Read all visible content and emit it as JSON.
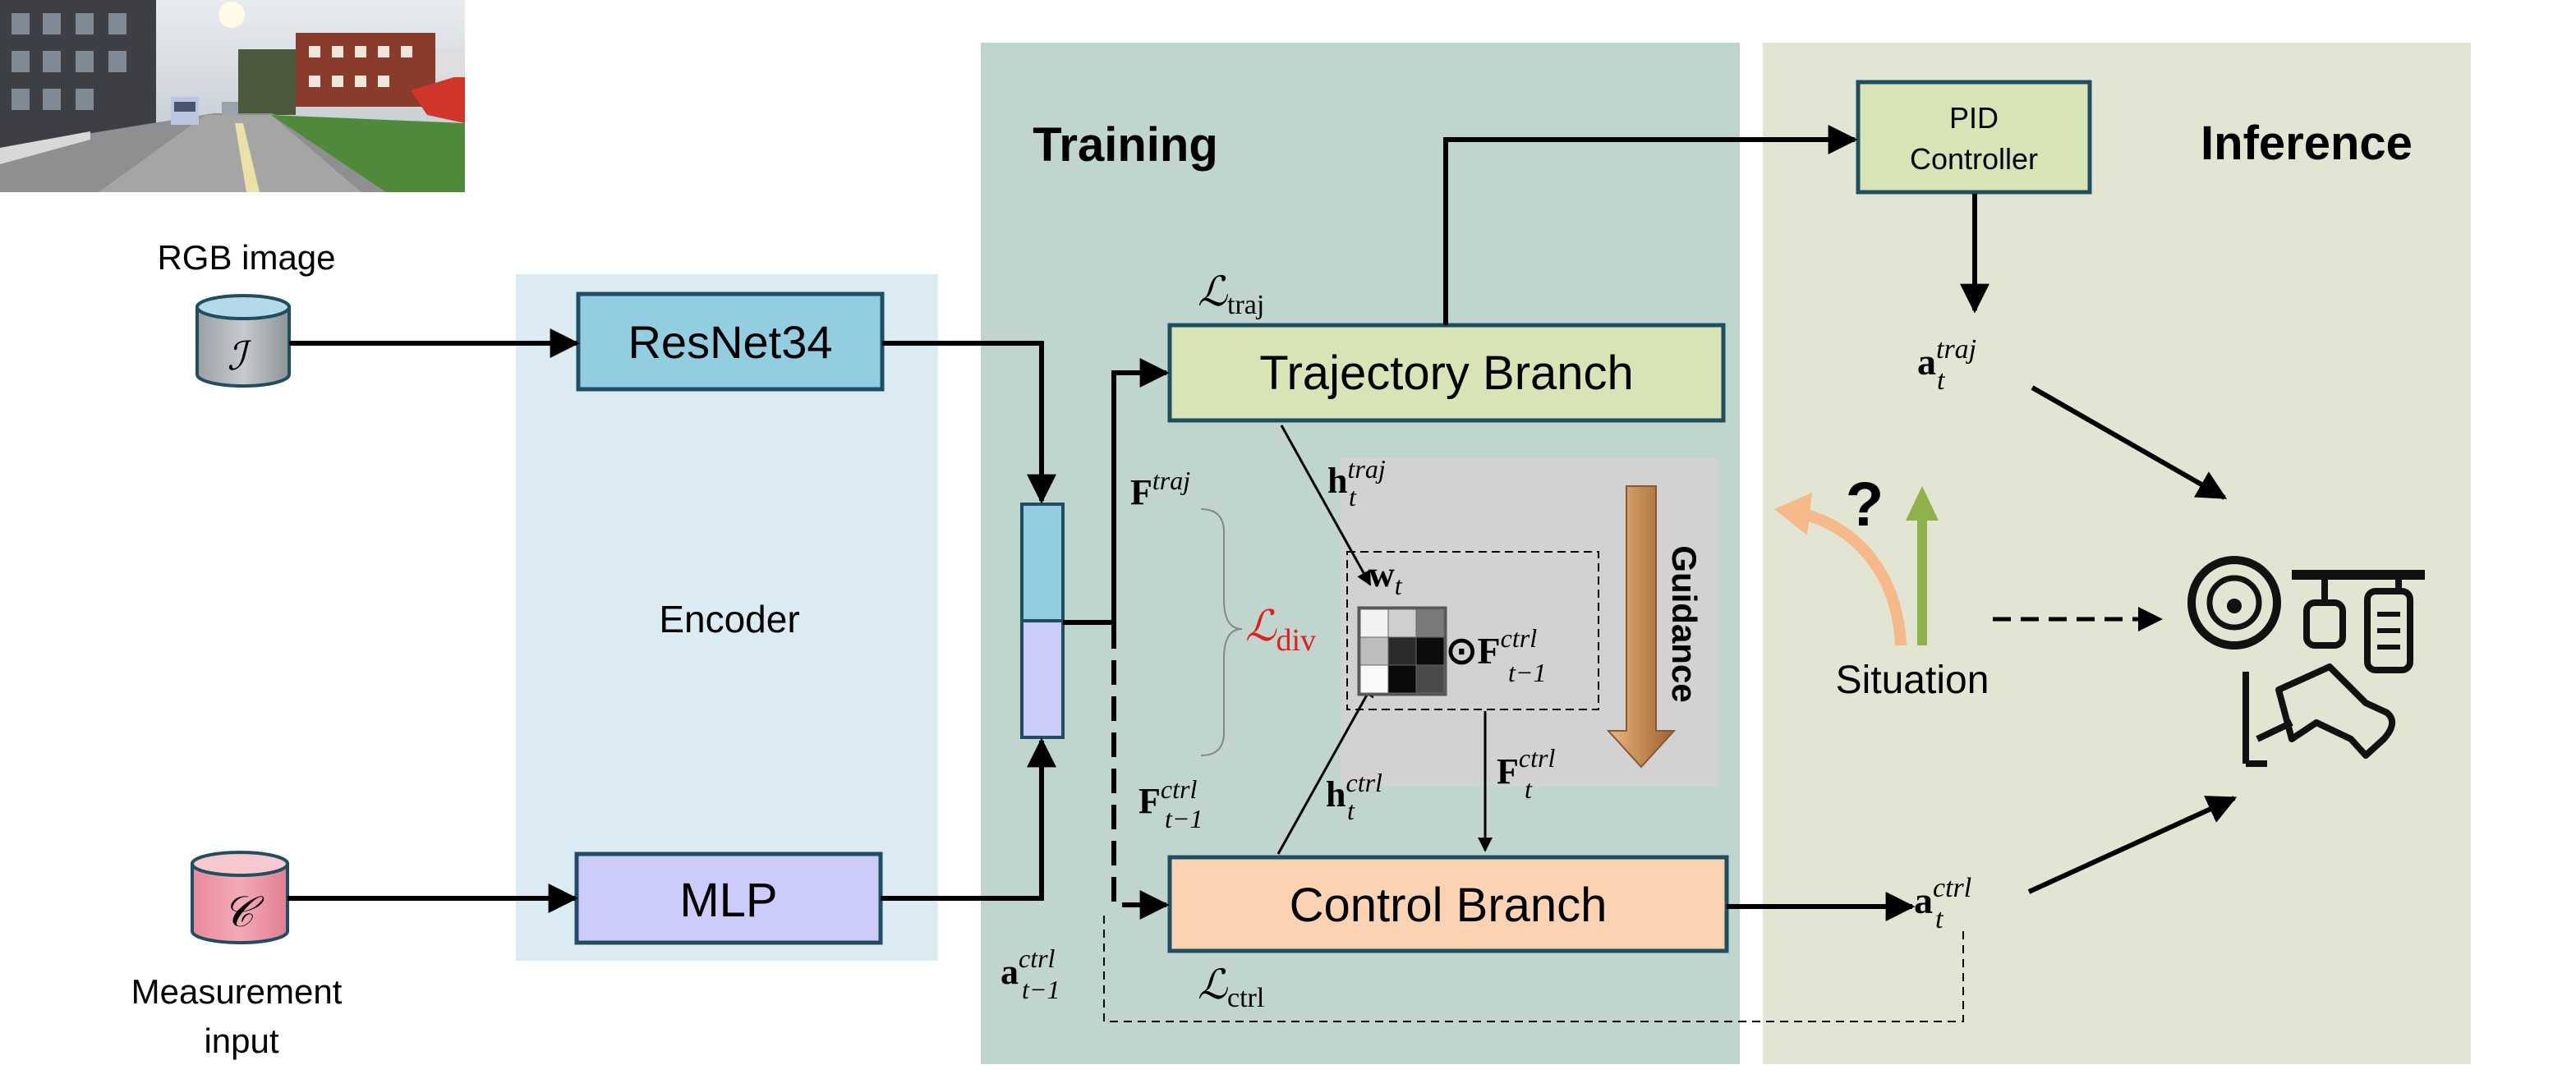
{
  "regions": {
    "encoder": "Encoder",
    "training": "Training",
    "inference": "Inference"
  },
  "inputs": {
    "rgb_label": "RGB image",
    "rgb_symbol": "ℐ",
    "measure_label_1": "Measurement",
    "measure_label_2": "input",
    "measure_symbol": "𝒞"
  },
  "blocks": {
    "resnet": "ResNet34",
    "mlp": "MLP",
    "trajectory": "Trajectory Branch",
    "control": "Control Branch",
    "pid_1": "PID",
    "pid_2": "Controller"
  },
  "math": {
    "l_traj": {
      "base": "ℒ",
      "sub": "traj"
    },
    "l_ctrl": {
      "base": "ℒ",
      "sub": "ctrl"
    },
    "l_div": {
      "base": "ℒ",
      "sub": "div"
    },
    "f_traj": {
      "base": "F",
      "sup": "traj"
    },
    "f_ctrl_prev": {
      "base": "F",
      "sup": "ctrl",
      "sub": "t−1"
    },
    "h_traj": {
      "base": "h",
      "sup": "traj",
      "sub": "t"
    },
    "h_ctrl": {
      "base": "h",
      "sup": "ctrl",
      "sub": "t"
    },
    "w_t": {
      "base": "w",
      "sub": "t"
    },
    "odot_f": {
      "base": "⊙F",
      "sup": "ctrl",
      "sub": "t−1"
    },
    "f_ctrl_t": {
      "base": "F",
      "sup": "ctrl",
      "sub": "t"
    },
    "a_traj": {
      "base": "a",
      "sup": "traj",
      "sub": "t"
    },
    "a_ctrl": {
      "base": "a",
      "sup": "ctrl",
      "sub": "t"
    },
    "a_ctrl_prev": {
      "base": "a",
      "sup": "ctrl",
      "sub": "t−1"
    }
  },
  "labels": {
    "guidance": "Guidance",
    "situation": "Situation",
    "question": "?"
  },
  "colors": {
    "encoder_bg": "#daebf3",
    "training_bg": "#bfd5ce",
    "inference_bg": "#e2e5d2",
    "resnet_fill": "#92cde0",
    "mlp_fill": "#ccccfb",
    "trajectory_fill": "#d8e4b6",
    "control_fill": "#fbd3b3",
    "pid_fill": "#d8e4b6",
    "block_stroke": "#1f4e62",
    "l_div_color": "#e02020",
    "guidance_arrow": "#c9915a",
    "situation_orange": "#f6b98a",
    "situation_green": "#8fb24a"
  },
  "icons": [
    "rgb-camera-photo",
    "steering-wheel-icon",
    "pedals-icon",
    "driver-foot-icon"
  ]
}
